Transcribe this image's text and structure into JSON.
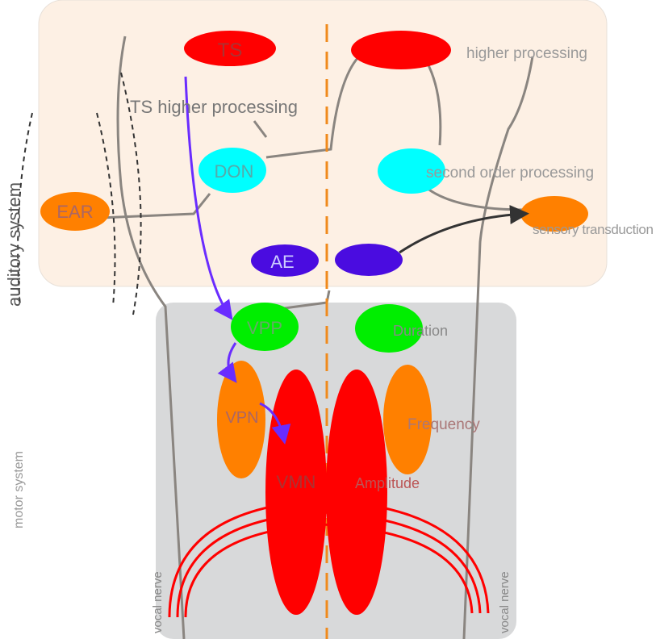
{
  "colors": {
    "upper_panel": "#fdf0e4",
    "lower_panel": "#d8d9da",
    "midline": "#f08a1c",
    "red": "#ff0000",
    "cyan": "#00ffff",
    "orange": "#ff8000",
    "purple": "#4a0ce0",
    "green": "#00ee00",
    "arrow_purple": "#6a2cff"
  },
  "side_labels": {
    "upper": "auditory system",
    "lower": "motor system"
  },
  "nodes": {
    "ts": "TS",
    "ts_higher": "TS higher processing",
    "right_ts_label": "higher processing",
    "don": "DON",
    "second_order": "second order processing",
    "ear": "EAR",
    "sensory": "sensory transduction",
    "ae": "AE",
    "vpp": "VPP",
    "duration": "Duration",
    "vpn": "VPN",
    "frequency": "Frequency",
    "vmn": "VMN",
    "amplitude": "Amplitude"
  },
  "bottom_labels": {
    "left": "vocal nerve",
    "right": "vocal nerve"
  }
}
